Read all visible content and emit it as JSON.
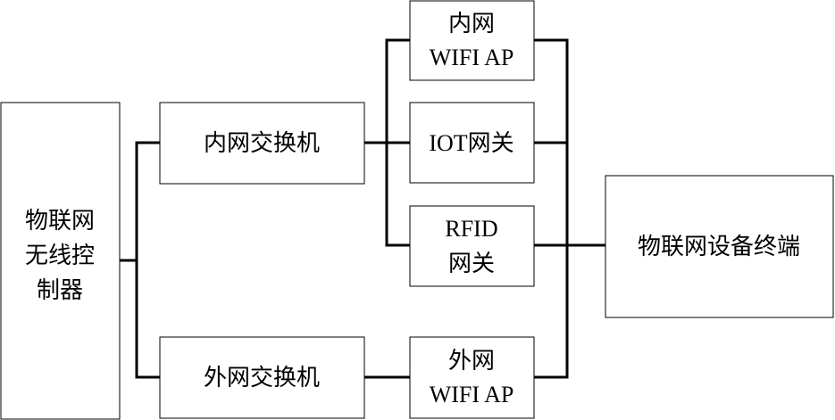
{
  "nodes": {
    "controller": {
      "lines": [
        "物联网",
        "无线控",
        "制器"
      ]
    },
    "inner_switch": {
      "lines": [
        "内网交换机"
      ]
    },
    "outer_switch": {
      "lines": [
        "外网交换机"
      ]
    },
    "inner_ap": {
      "lines": [
        "内网",
        "WIFI AP"
      ]
    },
    "iot_gateway": {
      "lines": [
        "IOT网关"
      ]
    },
    "rfid_gateway": {
      "lines": [
        "RFID",
        "网关"
      ]
    },
    "outer_ap": {
      "lines": [
        "外网",
        "WIFI AP"
      ]
    },
    "terminal": {
      "lines": [
        "物联网设备终端"
      ]
    }
  }
}
